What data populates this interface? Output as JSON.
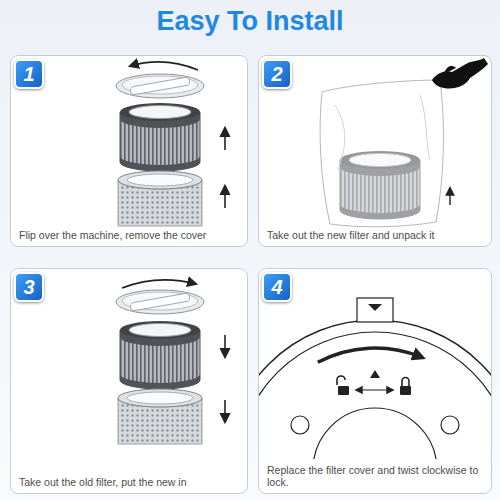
{
  "diagram": {
    "title": "Easy To Install",
    "nodes": [
      {
        "text": [
          "Flip over the machine, remove the cover"
        ]
      },
      {
        "text": [
          "1"
        ],
        "in": 0
      },
      {
        "text": [
          "Take out the new filter and unpack it"
        ]
      },
      {
        "text": [
          "2"
        ],
        "in": 2
      },
      {
        "text": [
          "Take out the old filter, put the new in"
        ]
      },
      {
        "text": [
          "3"
        ],
        "in": 4
      },
      {
        "text": [
          "Replace the filter cover and twist clockwise to lock."
        ]
      },
      {
        "text": [
          "4"
        ],
        "in": 6
      }
    ]
  }
}
